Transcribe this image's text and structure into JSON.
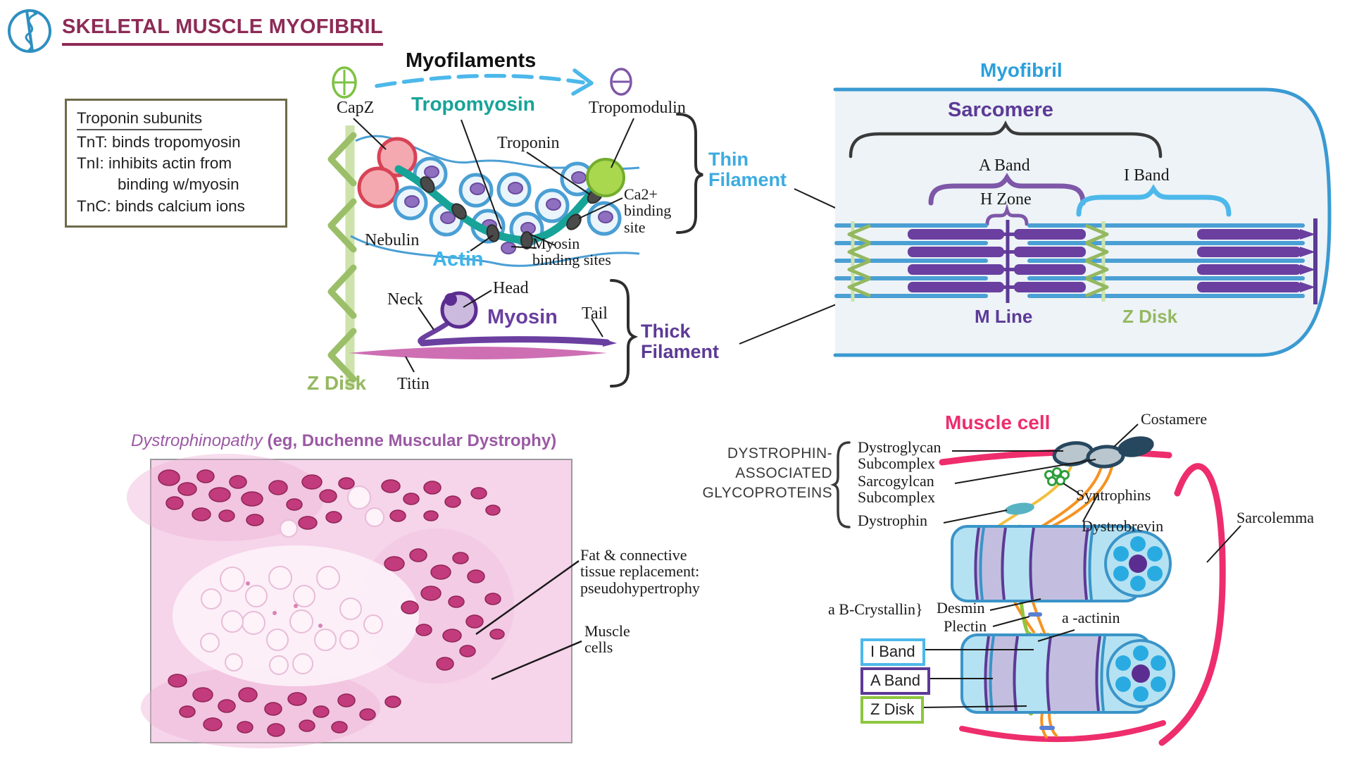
{
  "colors": {
    "title_maroon": "#8d2b56",
    "tropomyosin_teal": "#17a398",
    "actin_blue": "#3db5e8",
    "myosin_purple": "#6a3fa0",
    "z_disk_green": "#94b860",
    "myofibril_blue": "#2ba0dc",
    "sarcomere_purple": "#5c3a96",
    "muscle_cell_pink": "#ee2d6d",
    "dystrophy_purple": "#9b59a4"
  },
  "icons": {
    "logo": "rod-of-asclepius",
    "plus_end": "plus-in-ellipse",
    "minus_end": "minus-in-ellipse"
  },
  "header": {
    "title": "SKELETAL MUSCLE MYOFIBRIL"
  },
  "troponin_box": {
    "heading": "Troponin subunits",
    "line1": "TnT: binds tropomyosin",
    "line2": "TnI: inhibits actin from",
    "line3": "binding w/myosin",
    "line4": "TnC: binds calcium ions"
  },
  "myofilaments": {
    "title": "Myofilaments",
    "capz": "CapZ",
    "tropomyosin": "Tropomyosin",
    "tropomodulin": "Tropomodulin",
    "troponin": "Troponin",
    "ca1": "Ca2+",
    "ca2": "binding",
    "ca3": "site",
    "nebulin": "Nebulin",
    "actin": "Actin",
    "mbs1": "Myosin",
    "mbs2": "binding sites",
    "neck": "Neck",
    "head": "Head",
    "myosin": "Myosin",
    "tail": "Tail",
    "z_disk": "Z Disk",
    "titin": "Titin",
    "thin1": "Thin",
    "thin2": "Filament",
    "thick1": "Thick",
    "thick2": "Filament"
  },
  "myofibril_panel": {
    "title": "Myofibril",
    "sarcomere": "Sarcomere",
    "a_band": "A Band",
    "i_band": "I Band",
    "h_zone": "H Zone",
    "m_line": "M Line",
    "z_disk": "Z Disk"
  },
  "dystrophinopathy": {
    "title_italic": "Dystrophinopathy",
    "title_bold": "(eg, Duchenne Muscular Dystrophy)",
    "fat1": "Fat & connective",
    "fat2": "tissue replacement:",
    "fat3": "pseudohypertrophy",
    "cells1": "Muscle",
    "cells2": "cells"
  },
  "muscle_cell": {
    "title": "Muscle cell",
    "costamere": "Costamere",
    "dag1": "DYSTROPHIN-",
    "dag2": "ASSOCIATED",
    "dag3": "GLYCOPROTEINS",
    "dystroglycan1": "Dystroglycan",
    "dystroglycan2": "Subcomplex",
    "sarcoglycan1": "Sarcogylcan",
    "sarcoglycan2": "Subcomplex",
    "dystrophin": "Dystrophin",
    "syntrophins": "Syntrophins",
    "dystrobrevin": "Dystrobrevin",
    "sarcolemma": "Sarcolemma",
    "crystallin": "a B-Crystallin}",
    "desmin": "Desmin",
    "plectin": "Plectin",
    "a_actinin": "a -actinin",
    "box_i_band": "I Band",
    "box_a_band": "A Band",
    "box_z_disk": "Z Disk"
  }
}
